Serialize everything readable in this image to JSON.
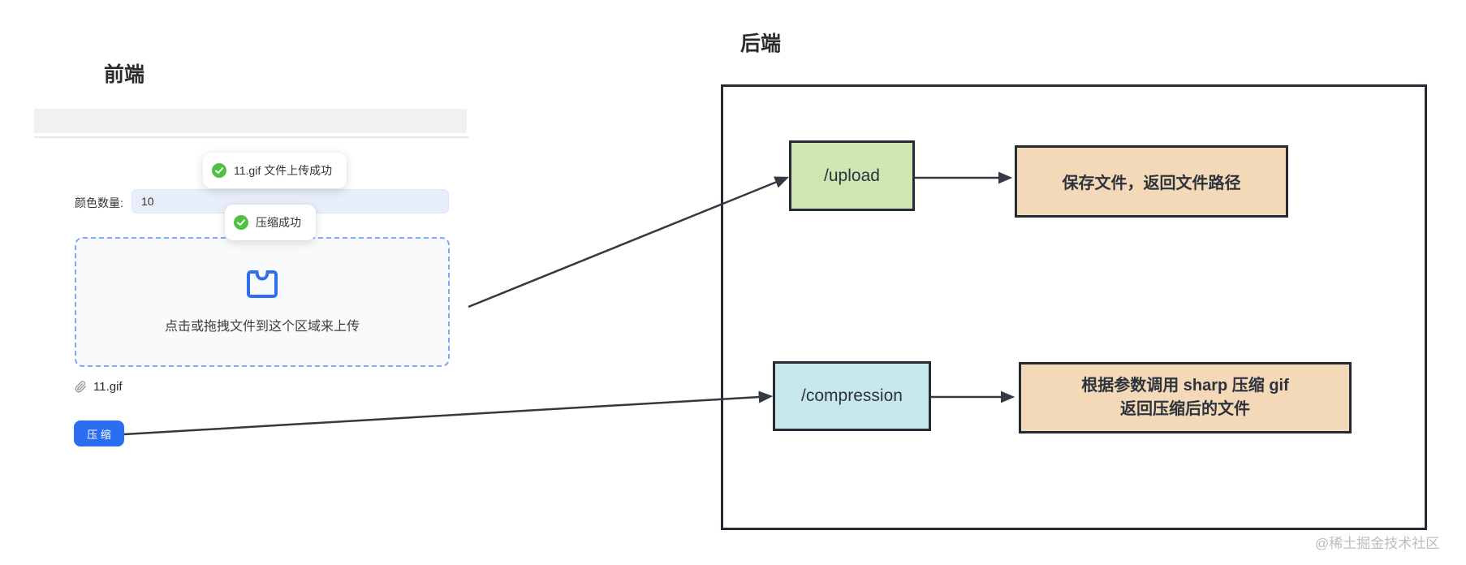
{
  "frontend": {
    "title": "前端",
    "toast_upload_success": "11.gif 文件上传成功",
    "toast_compress_success": "压缩成功",
    "color_count_label": "颜色数量:",
    "color_count_value": "10",
    "upload_hint": "点击或拖拽文件到这个区域来上传",
    "uploaded_file_name": "11.gif",
    "compress_button_label": "压 缩"
  },
  "backend": {
    "title": "后端",
    "upload_endpoint": "/upload",
    "upload_action": "保存文件，返回文件路径",
    "compression_endpoint": "/compression",
    "compression_action_line1": "根据参数调用 sharp 压缩 gif",
    "compression_action_line2": "返回压缩后的文件"
  },
  "watermark": "@稀土掘金技术社区",
  "icons": {
    "toast_status": "check-circle-icon",
    "upload_area": "inbox-icon",
    "file_item": "paperclip-icon"
  },
  "colors": {
    "primary_blue": "#2b6df0",
    "success_green": "#4ec143",
    "upload_node_fill": "#cee6b2",
    "compression_node_fill": "#c6e8eb",
    "action_node_fill": "#f3d9b7",
    "diagram_border": "#252a34",
    "input_fill": "#e9eefb",
    "dashed_border_blue": "#78a9fa",
    "arrow": "#343944"
  }
}
